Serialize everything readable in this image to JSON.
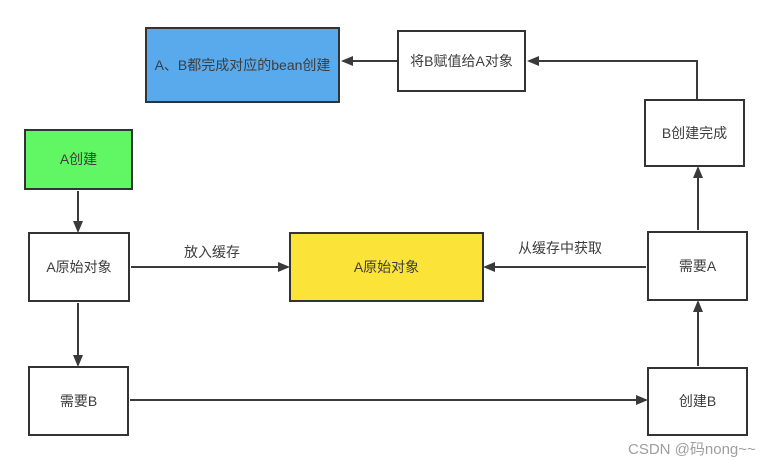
{
  "colors": {
    "box_blue": "#59aaec",
    "box_green": "#61f663",
    "box_yellow": "#fbe338",
    "box_white": "#ffffff",
    "border": "#333333",
    "arrow": "#3a3a3a",
    "text": "#3d3d3d",
    "watermark": "#9e9e9e"
  },
  "nodes": {
    "bean_done": {
      "label": "A、B都完成对应的bean创建"
    },
    "assign_b_to_a": {
      "label": "将B赋值给A对象"
    },
    "b_created": {
      "label": "B创建完成"
    },
    "a_create": {
      "label": "A创建"
    },
    "a_raw_left": {
      "label": "A原始对象"
    },
    "a_raw_cache": {
      "label": "A原始对象"
    },
    "need_a": {
      "label": "需要A"
    },
    "need_b": {
      "label": "需要B"
    },
    "create_b": {
      "label": "创建B"
    }
  },
  "edge_labels": {
    "put_cache": "放入缓存",
    "get_cache": "从缓存中获取"
  },
  "watermark": "CSDN @码nong~~"
}
